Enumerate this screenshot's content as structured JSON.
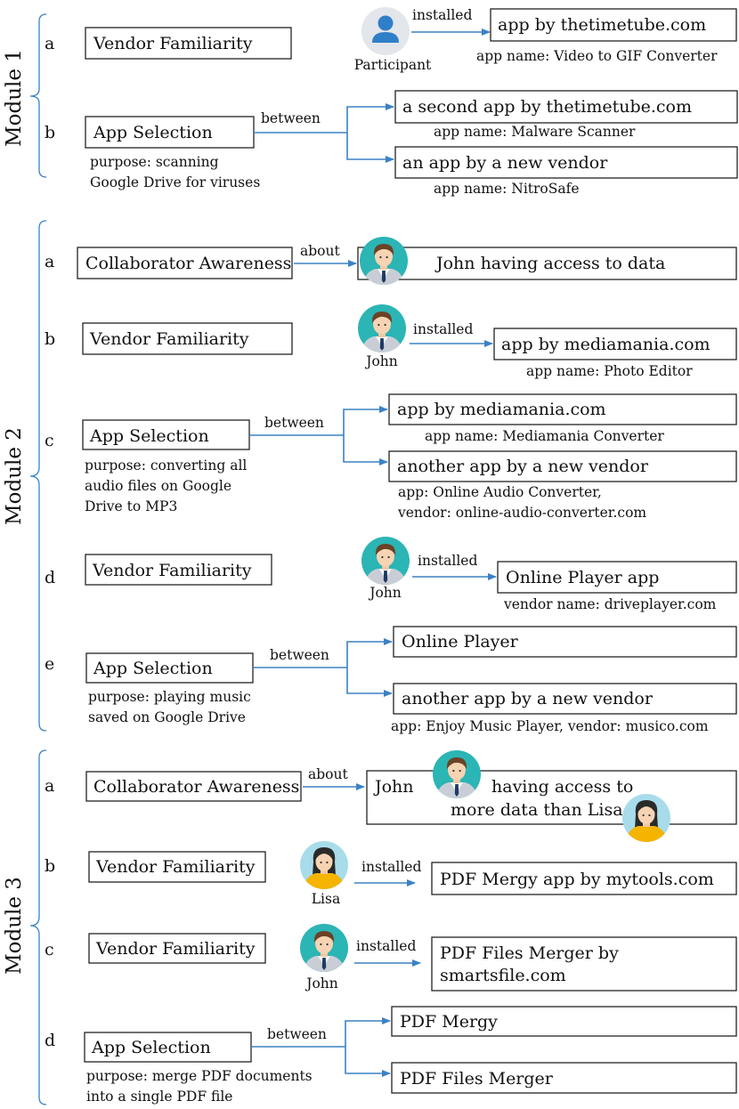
{
  "modules": [
    {
      "name": "Module 1",
      "rows": [
        {
          "letter": "a",
          "box": "Vendor Familiarity",
          "actor": "Participant",
          "verb": "installed",
          "targets": [
            {
              "text": "app by thetimetube.com",
              "note": "app name: Video to GIF Converter"
            }
          ]
        },
        {
          "letter": "b",
          "box": "App Selection",
          "verb": "between",
          "purpose": [
            "purpose: scanning",
            "Google Drive for viruses"
          ],
          "targets": [
            {
              "text": "a second app by thetimetube.com",
              "note": "app name: Malware Scanner"
            },
            {
              "text": "an app by a new vendor",
              "note": "app name: NitroSafe"
            }
          ]
        }
      ]
    },
    {
      "name": "Module 2",
      "rows": [
        {
          "letter": "a",
          "box": "Collaborator Awareness",
          "verb": "about",
          "targets": [
            {
              "text": "John having access to data"
            }
          ]
        },
        {
          "letter": "b",
          "box": "Vendor Familiarity",
          "actor": "John",
          "verb": "installed",
          "targets": [
            {
              "text": "app by mediamania.com",
              "note": "app name: Photo Editor"
            }
          ]
        },
        {
          "letter": "c",
          "box": "App Selection",
          "verb": "between",
          "purpose": [
            "purpose: converting all",
            "audio files on Google",
            "Drive to MP3"
          ],
          "targets": [
            {
              "text": "app by mediamania.com",
              "note": "app name: Mediamania Converter"
            },
            {
              "text": "another app by a new vendor",
              "note": "app: Online Audio Converter,",
              "note2": "vendor: online-audio-converter.com"
            }
          ]
        },
        {
          "letter": "d",
          "box": "Vendor Familiarity",
          "actor": "John",
          "verb": "installed",
          "targets": [
            {
              "text": "Online Player app",
              "note": "vendor name: driveplayer.com"
            }
          ]
        },
        {
          "letter": "e",
          "box": "App Selection",
          "verb": "between",
          "purpose": [
            "purpose: playing music",
            "saved on Google Drive"
          ],
          "targets": [
            {
              "text": "Online Player"
            },
            {
              "text": "another app by a new vendor",
              "note": "app: Enjoy Music Player, vendor: musico.com"
            }
          ]
        }
      ]
    },
    {
      "name": "Module 3",
      "rows": [
        {
          "letter": "a",
          "box": "Collaborator Awareness",
          "verb": "about",
          "targets": [
            {
              "text_parts": [
                "John",
                "having access to",
                "more data than Lisa"
              ]
            }
          ]
        },
        {
          "letter": "b",
          "box": "Vendor Familiarity",
          "actor": "Lisa",
          "verb": "installed",
          "targets": [
            {
              "text": "PDF Mergy app by mytools.com"
            }
          ]
        },
        {
          "letter": "c",
          "box": "Vendor Familiarity",
          "actor": "John",
          "verb": "installed",
          "targets": [
            {
              "text_parts": [
                "PDF Files Merger by",
                "smartsfile.com"
              ]
            }
          ]
        },
        {
          "letter": "d",
          "box": "App Selection",
          "verb": "between",
          "purpose": [
            "purpose: merge PDF documents",
            "into a single PDF file"
          ],
          "targets": [
            {
              "text": "PDF Mergy"
            },
            {
              "text": "PDF Files Merger"
            }
          ]
        }
      ]
    }
  ],
  "colors": {
    "arrow": "#3b82c4",
    "avatar_teal": "#2bb5b4",
    "avatar_light": "#a8dcea",
    "participant_icon": "#2f7fc8"
  },
  "icons": [
    "participant-icon",
    "john-avatar-icon",
    "lisa-avatar-icon"
  ]
}
